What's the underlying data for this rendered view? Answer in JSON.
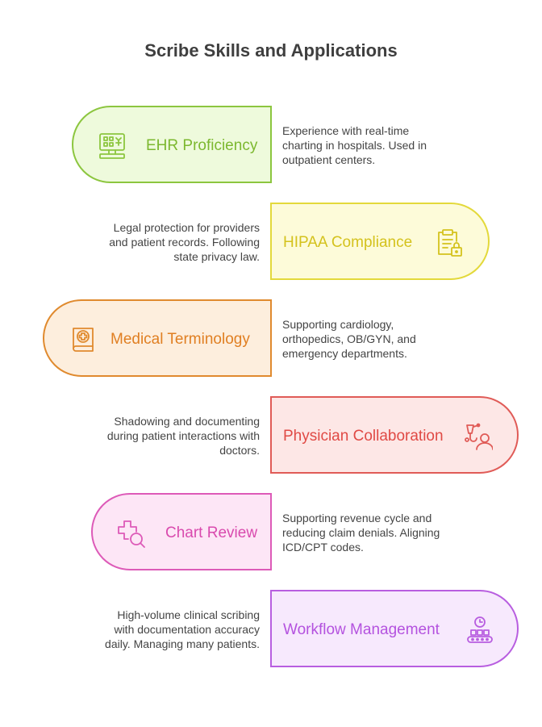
{
  "title": "Scribe Skills and Applications",
  "items": [
    {
      "label": "EHR Proficiency",
      "icon": "computer-terminal-icon",
      "description": [
        "Experience with real-time",
        "charting in hospitals. Used in",
        "outpatient centers."
      ],
      "colors": {
        "fill": "#eefadc",
        "border": "#8cc63f",
        "text": "#7cb82f"
      }
    },
    {
      "label": "HIPAA Compliance",
      "icon": "clipboard-lock-icon",
      "description": [
        "Legal protection for providers",
        "and patient records. Following",
        "state privacy law."
      ],
      "colors": {
        "fill": "#fdfbd9",
        "border": "#e3d93b",
        "text": "#d4c21d"
      }
    },
    {
      "label": "Medical Terminology",
      "icon": "medical-book-icon",
      "description": [
        "Supporting cardiology,",
        "orthopedics, OB/GYN, and",
        "emergency departments."
      ],
      "colors": {
        "fill": "#fdeedd",
        "border": "#e08a2e",
        "text": "#e07f22"
      }
    },
    {
      "label": "Physician Collaboration",
      "icon": "doctor-patient-icon",
      "description": [
        "Shadowing and documenting",
        "during patient interactions with",
        "doctors."
      ],
      "colors": {
        "fill": "#fde7e6",
        "border": "#e05b57",
        "text": "#e04a45"
      }
    },
    {
      "label": "Chart Review",
      "icon": "medical-search-icon",
      "description": [
        "Supporting revenue cycle and",
        "reducing claim denials. Aligning",
        "ICD/CPT codes."
      ],
      "colors": {
        "fill": "#fde6f6",
        "border": "#dd5ab8",
        "text": "#d94aae"
      }
    },
    {
      "label": "Workflow Management",
      "icon": "conveyor-clock-icon",
      "description": [
        "High-volume clinical scribing",
        "with documentation accuracy",
        "daily. Managing many patients."
      ],
      "colors": {
        "fill": "#f7e9fd",
        "border": "#b85ee0",
        "text": "#b452df"
      }
    }
  ]
}
